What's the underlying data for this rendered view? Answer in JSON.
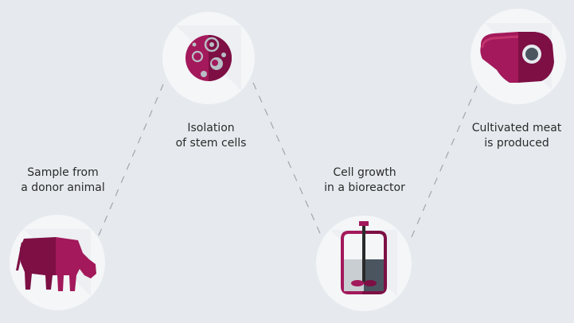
{
  "steps": [
    {
      "id": "sample",
      "label_line1": "Sample from",
      "label_line2": "a donor animal",
      "icon": "cow-icon"
    },
    {
      "id": "isolation",
      "label_line1": "Isolation",
      "label_line2": "of stem cells",
      "icon": "stem-cells-icon"
    },
    {
      "id": "growth",
      "label_line1": "Cell growth",
      "label_line2": "in a bioreactor",
      "icon": "bioreactor-icon"
    },
    {
      "id": "meat",
      "label_line1": "Cultivated meat",
      "label_line2": "is produced",
      "icon": "steak-icon"
    }
  ],
  "colors": {
    "background": "#e6eaee",
    "circle": "#f4f6f8",
    "magenta": "#a3195b",
    "magenta_dark": "#7d0f44",
    "magenta_light": "#c2336e",
    "grey": "#9aa2aa",
    "dark_grey": "#4a5560",
    "dash": "#9ea6ae"
  }
}
